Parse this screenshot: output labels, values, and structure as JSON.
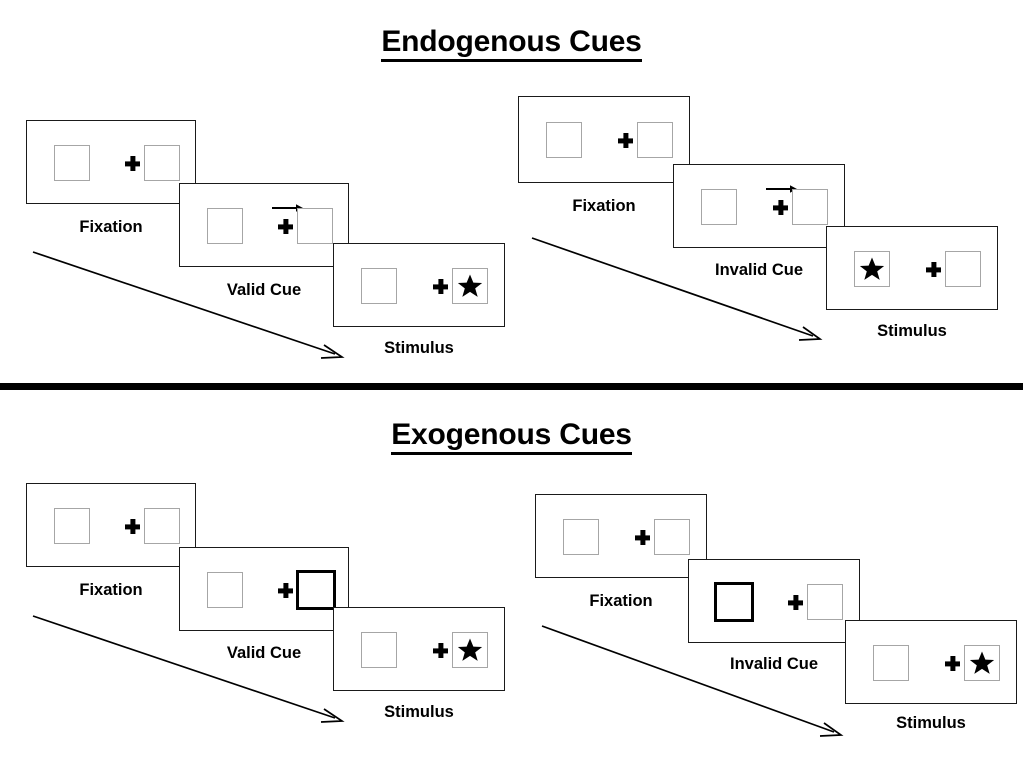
{
  "figure": {
    "title_endogenous": "Endogenous Cues",
    "title_exogenous": "Exogenous Cues"
  },
  "labels": {
    "fixation": "Fixation",
    "valid_cue": "Valid Cue",
    "invalid_cue": "Invalid Cue",
    "stimulus": "Stimulus"
  },
  "colors": {
    "frame": "#1a1a1a",
    "placeholder_border": "#a6a6a6",
    "cue_border": "#000000",
    "ink": "#000000",
    "background": "#ffffff"
  },
  "sections": [
    {
      "id": "endogenous",
      "title": "Endogenous Cues",
      "cue_type": "central-arrow",
      "sequences": [
        {
          "id": "endogenous-valid",
          "validity": "valid",
          "frames": [
            {
              "label": "Fixation",
              "left_box": "empty-thin",
              "right_box": "empty-thin",
              "center": "cross",
              "target": "none"
            },
            {
              "label": "Valid Cue",
              "left_box": "empty-thin",
              "right_box": "empty-thin",
              "center": "cross-arrow-right",
              "target": "none"
            },
            {
              "label": "Stimulus",
              "left_box": "empty-thin",
              "right_box": "star-thin",
              "center": "cross",
              "target": "right"
            }
          ]
        },
        {
          "id": "endogenous-invalid",
          "validity": "invalid",
          "frames": [
            {
              "label": "Fixation",
              "left_box": "empty-thin",
              "right_box": "empty-thin",
              "center": "cross",
              "target": "none"
            },
            {
              "label": "Invalid Cue",
              "left_box": "empty-thin",
              "right_box": "empty-thin",
              "center": "cross-arrow-right",
              "target": "none"
            },
            {
              "label": "Stimulus",
              "left_box": "star-thin",
              "right_box": "empty-thin",
              "center": "cross",
              "target": "left"
            }
          ]
        }
      ]
    },
    {
      "id": "exogenous",
      "title": "Exogenous Cues",
      "cue_type": "peripheral-flash",
      "sequences": [
        {
          "id": "exogenous-valid",
          "validity": "valid",
          "frames": [
            {
              "label": "Fixation",
              "left_box": "empty-thin",
              "right_box": "empty-thin",
              "center": "cross",
              "target": "none"
            },
            {
              "label": "Valid Cue",
              "left_box": "empty-thin",
              "right_box": "empty-thick",
              "center": "cross",
              "target": "none"
            },
            {
              "label": "Stimulus",
              "left_box": "empty-thin",
              "right_box": "star-thin",
              "center": "cross",
              "target": "right"
            }
          ]
        },
        {
          "id": "exogenous-invalid",
          "validity": "invalid",
          "frames": [
            {
              "label": "Fixation",
              "left_box": "empty-thin",
              "right_box": "empty-thin",
              "center": "cross",
              "target": "none"
            },
            {
              "label": "Invalid Cue",
              "left_box": "empty-thick",
              "right_box": "empty-thin",
              "center": "cross",
              "target": "none"
            },
            {
              "label": "Stimulus",
              "left_box": "empty-thin",
              "right_box": "star-thin",
              "center": "cross",
              "target": "right"
            }
          ]
        }
      ]
    }
  ],
  "icons": {
    "fixation_cross": "plus-icon",
    "cue_arrow": "arrow-right-icon",
    "target_star": "star-icon",
    "flow_arrow": "diagonal-arrow-icon"
  }
}
